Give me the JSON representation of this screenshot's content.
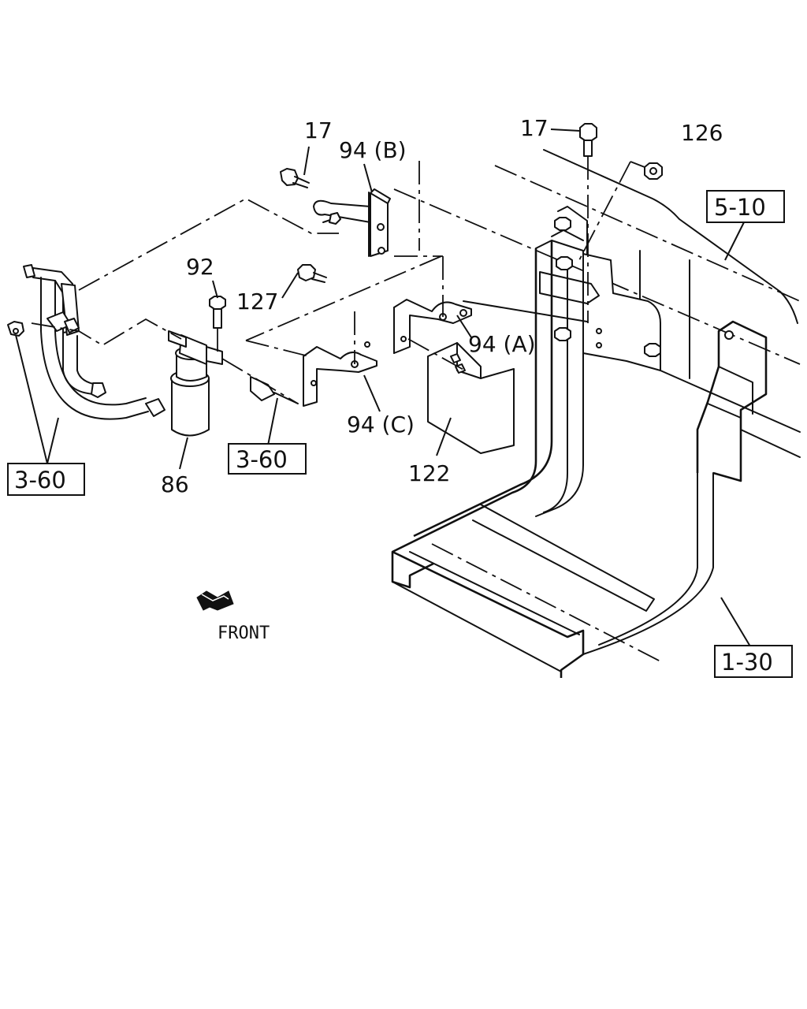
{
  "callouts": {
    "bolt_17_left": "17",
    "bolt_17_right": "17",
    "bracket_94b": "94 (B)",
    "nut_126": "126",
    "bolt_92": "92",
    "bolt_127": "127",
    "bracket_94a": "94 (A)",
    "bracket_94c": "94 (C)",
    "cover_122": "122",
    "filter_86": "86"
  },
  "ref_boxes": {
    "ref_5_10": "5-10",
    "ref_3_60_left": "3-60",
    "ref_3_60_center": "3-60",
    "ref_1_30": "1-30"
  },
  "direction": {
    "front": "FRONT"
  }
}
